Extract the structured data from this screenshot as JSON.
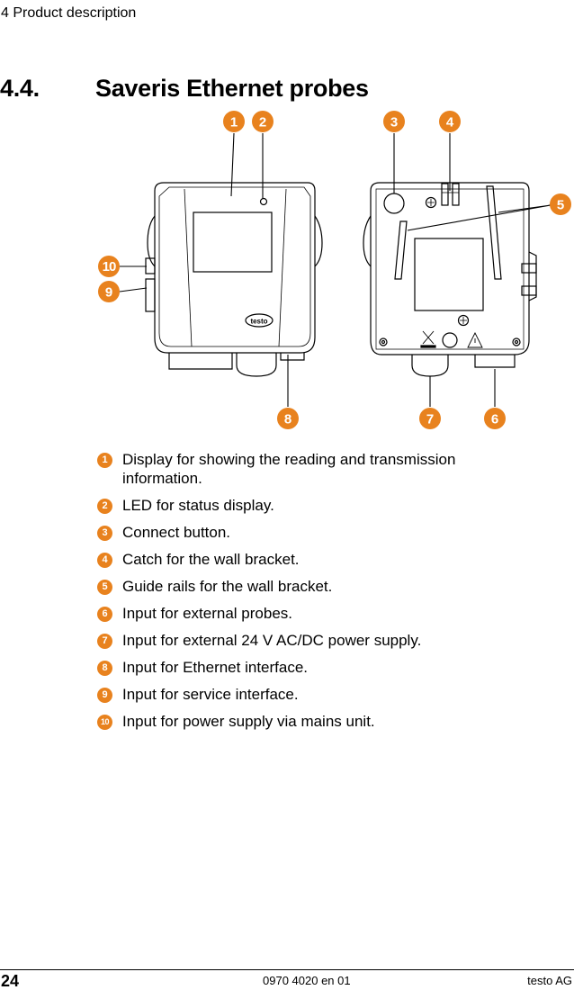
{
  "header": {
    "section": "4 Product description"
  },
  "heading": {
    "number": "4.4.",
    "title": "Saveris Ethernet probes"
  },
  "figure": {
    "callouts": [
      "1",
      "2",
      "3",
      "4",
      "5",
      "6",
      "7",
      "8",
      "9",
      "10"
    ],
    "logo_text": "testo",
    "colors": {
      "callout": "#e8821e",
      "line": "#000000"
    }
  },
  "legend": [
    {
      "num": "1",
      "text": "Display for showing the reading and transmission information."
    },
    {
      "num": "2",
      "text": "LED for status display."
    },
    {
      "num": "3",
      "text": "Connect button."
    },
    {
      "num": "4",
      "text": "Catch for the wall bracket."
    },
    {
      "num": "5",
      "text": "Guide rails for the wall bracket."
    },
    {
      "num": "6",
      "text": "Input for external probes."
    },
    {
      "num": "7",
      "text": "Input for external 24 V AC/DC power supply."
    },
    {
      "num": "8",
      "text": "Input for Ethernet interface."
    },
    {
      "num": "9",
      "text": "Input for service interface."
    },
    {
      "num": "10",
      "text": "Input for power supply via mains unit."
    }
  ],
  "footer": {
    "page": "24",
    "doc_number": "0970 4020 en 01",
    "company": "testo AG"
  }
}
